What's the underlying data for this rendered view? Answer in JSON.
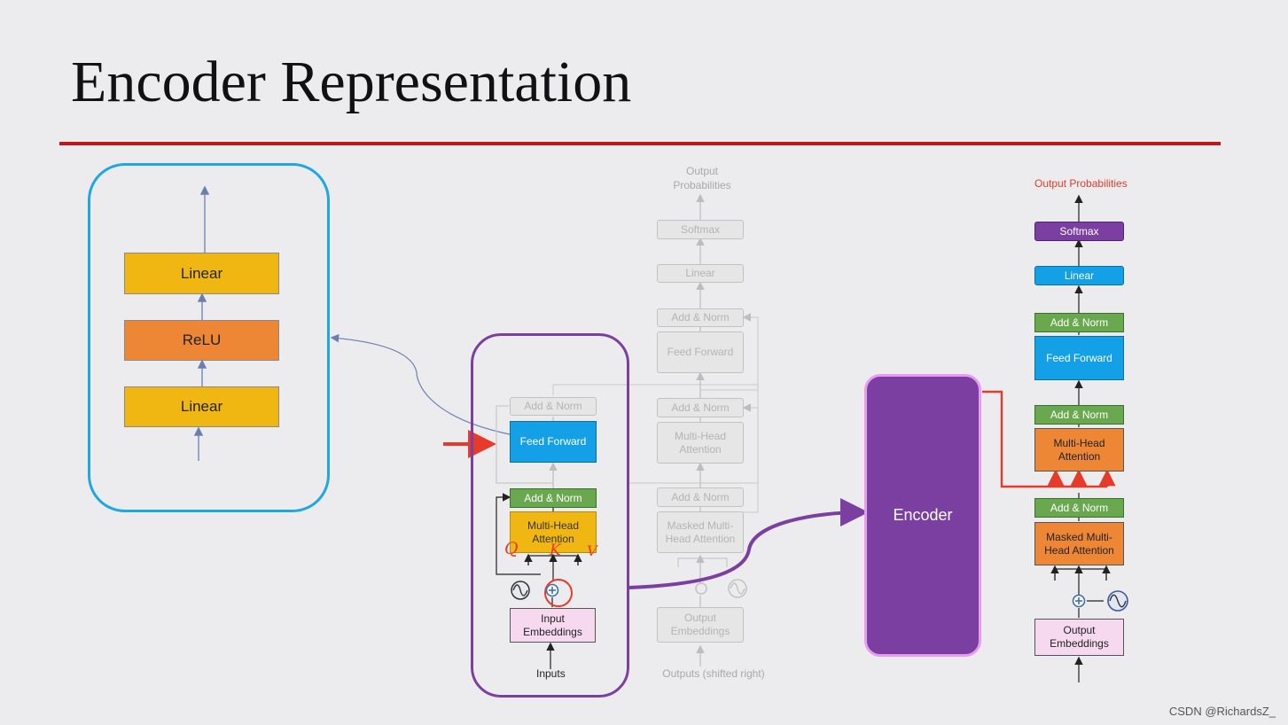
{
  "slide": {
    "title": "Encoder Representation",
    "watermark": "CSDN @RichardsZ_"
  },
  "ffn_detail": {
    "top_linear": "Linear",
    "relu": "ReLU",
    "bottom_linear": "Linear"
  },
  "encoder_block": {
    "add_norm_top": "Add & Norm",
    "feed_forward": "Feed Forward",
    "add_norm": "Add & Norm",
    "mha": "Multi-Head Attention",
    "input_embeddings": "Input Embeddings",
    "inputs": "Inputs",
    "annotations": [
      "Q",
      "K",
      "V"
    ]
  },
  "faded_decoder": {
    "output_probabilities": "Output Probabilities",
    "softmax": "Softmax",
    "linear": "Linear",
    "add_norm_1": "Add & Norm",
    "feed_forward": "Feed Forward",
    "add_norm_2": "Add & Norm",
    "mha": "Multi-Head Attention",
    "add_norm_3": "Add & Norm",
    "masked_mha": "Masked Multi-Head Attention",
    "output_embeddings": "Output Embeddings",
    "outputs_shifted": "Outputs (shifted right)"
  },
  "encoder_summary": {
    "label": "Encoder"
  },
  "decoder": {
    "output_probabilities": "Output Probabilities",
    "softmax": "Softmax",
    "linear": "Linear",
    "add_norm_1": "Add & Norm",
    "feed_forward": "Feed Forward",
    "add_norm_2": "Add & Norm",
    "mha": "Multi-Head Attention",
    "add_norm_3": "Add & Norm",
    "masked_mha": "Masked Multi-Head Attention",
    "output_embeddings": "Output Embeddings"
  },
  "colors": {
    "rule": "#c0161c",
    "panel_blue": "#1ea7e1",
    "panel_purple": "#7b3fa2",
    "encoder_border": "#e79cf0",
    "arrow_red": "#e53b2b"
  }
}
